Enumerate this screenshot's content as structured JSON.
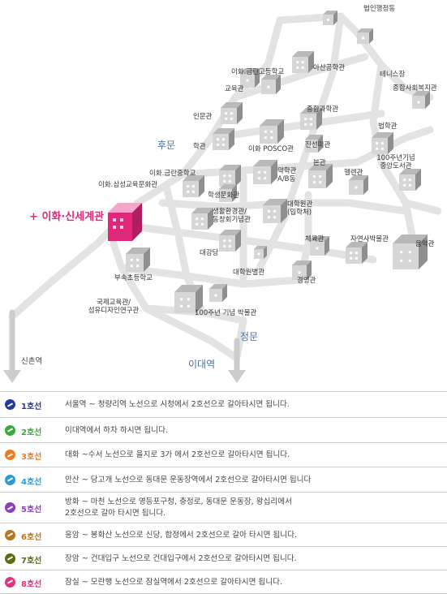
{
  "map": {
    "buildings": [
      {
        "id": "b01",
        "label": "법인행정동"
      },
      {
        "id": "b02",
        "label": "테니스장"
      },
      {
        "id": "b03",
        "label": "아산공학관"
      },
      {
        "id": "b04",
        "label": "이화.금란고등학교"
      },
      {
        "id": "b05",
        "label": "교육관"
      },
      {
        "id": "b06",
        "label": "종합사회복지관"
      },
      {
        "id": "b07",
        "label": "종합과학관"
      },
      {
        "id": "b08",
        "label": "인문관"
      },
      {
        "id": "b09",
        "label": "법학관"
      },
      {
        "id": "b10",
        "label": "학관"
      },
      {
        "id": "b11",
        "label": "이화 POSCO관"
      },
      {
        "id": "b12",
        "label": "진선미관"
      },
      {
        "id": "b13",
        "label": "100주년기념\n중앙도서관"
      },
      {
        "id": "b14",
        "label": "이화.금란중학교"
      },
      {
        "id": "b15",
        "label": "약학관\nA/B동"
      },
      {
        "id": "b16",
        "label": "본관"
      },
      {
        "id": "b17",
        "label": "헬렌관"
      },
      {
        "id": "b18",
        "label": "이화.삼성교육문화관"
      },
      {
        "id": "b19",
        "label": "학생문화관"
      },
      {
        "id": "b20",
        "label": "생활환경관/\n동창회기념관"
      },
      {
        "id": "b21",
        "label": "대학원관\n(입학처)"
      },
      {
        "id": "b22",
        "label": "체육관"
      },
      {
        "id": "b23",
        "label": "자연사박물관"
      },
      {
        "id": "b24",
        "label": "음악관"
      },
      {
        "id": "b25",
        "label": "대강당"
      },
      {
        "id": "b26",
        "label": "대학원별관"
      },
      {
        "id": "b27",
        "label": "부속초등학교"
      },
      {
        "id": "b28",
        "label": "경영관"
      },
      {
        "id": "b29",
        "label": "국제교육관/\n섬유디자인연구관"
      },
      {
        "id": "b30",
        "label": "100주년 기념 박물관"
      }
    ],
    "highlight": {
      "label": "이화·신세계관",
      "marker": "+",
      "color": "#e0287a"
    },
    "gates": {
      "back": "후문",
      "main": "정문"
    },
    "stations": {
      "sinchon": "신촌역",
      "ewha": "이대역"
    }
  },
  "colors": {
    "road": "#e3e3e3",
    "building_front": "#d6d6d6",
    "building_side": "#8f8f8f",
    "building_top": "#b9b9b9",
    "highlight": "#e0287a",
    "divider": "#cfcfcf"
  },
  "routes": [
    {
      "line": "1호선",
      "color": "#26399b",
      "desc": "서울역 ~ 청량리역 노선으로 시청에서 2호선으로 갈아타시면 됩니다."
    },
    {
      "line": "2호선",
      "color": "#3aa83b",
      "desc": "이대역에서 하차 하시면 됩니다."
    },
    {
      "line": "3호선",
      "color": "#ef7b22",
      "desc": "대화 ~수서 노선으로 을지로 3가 에서 2호선으로 갈아타시면 됩니다."
    },
    {
      "line": "4호선",
      "color": "#2b9ad6",
      "desc": "안산 ~ 당고개 노선으로 동대문 운동장역에서 2호선으로 갈아타시면 됩니다"
    },
    {
      "line": "5호선",
      "color": "#8c3fb6",
      "desc": "방화 ~ 마천 노선으로 영등포구청, 충정로, 동대문 운동장, 왕십리에서\n2호선으로 갈아 타시면 됩니다."
    },
    {
      "line": "6호선",
      "color": "#b87524",
      "desc": "응암 ~ 봉화산 노선으로 신당, 합정에서 2호선으로 갈아 타시면 됩니다."
    },
    {
      "line": "7호선",
      "color": "#5f6b14",
      "desc": "장암 ~ 건대입구 노선으로 건대입구에서 2호선으로 갈아타시면 됩니다."
    },
    {
      "line": "8호선",
      "color": "#e1347f",
      "desc": "잠실 ~ 모란행 노선으로 잠실역에서 2호선으로 갈아타시면 됩니다."
    }
  ]
}
